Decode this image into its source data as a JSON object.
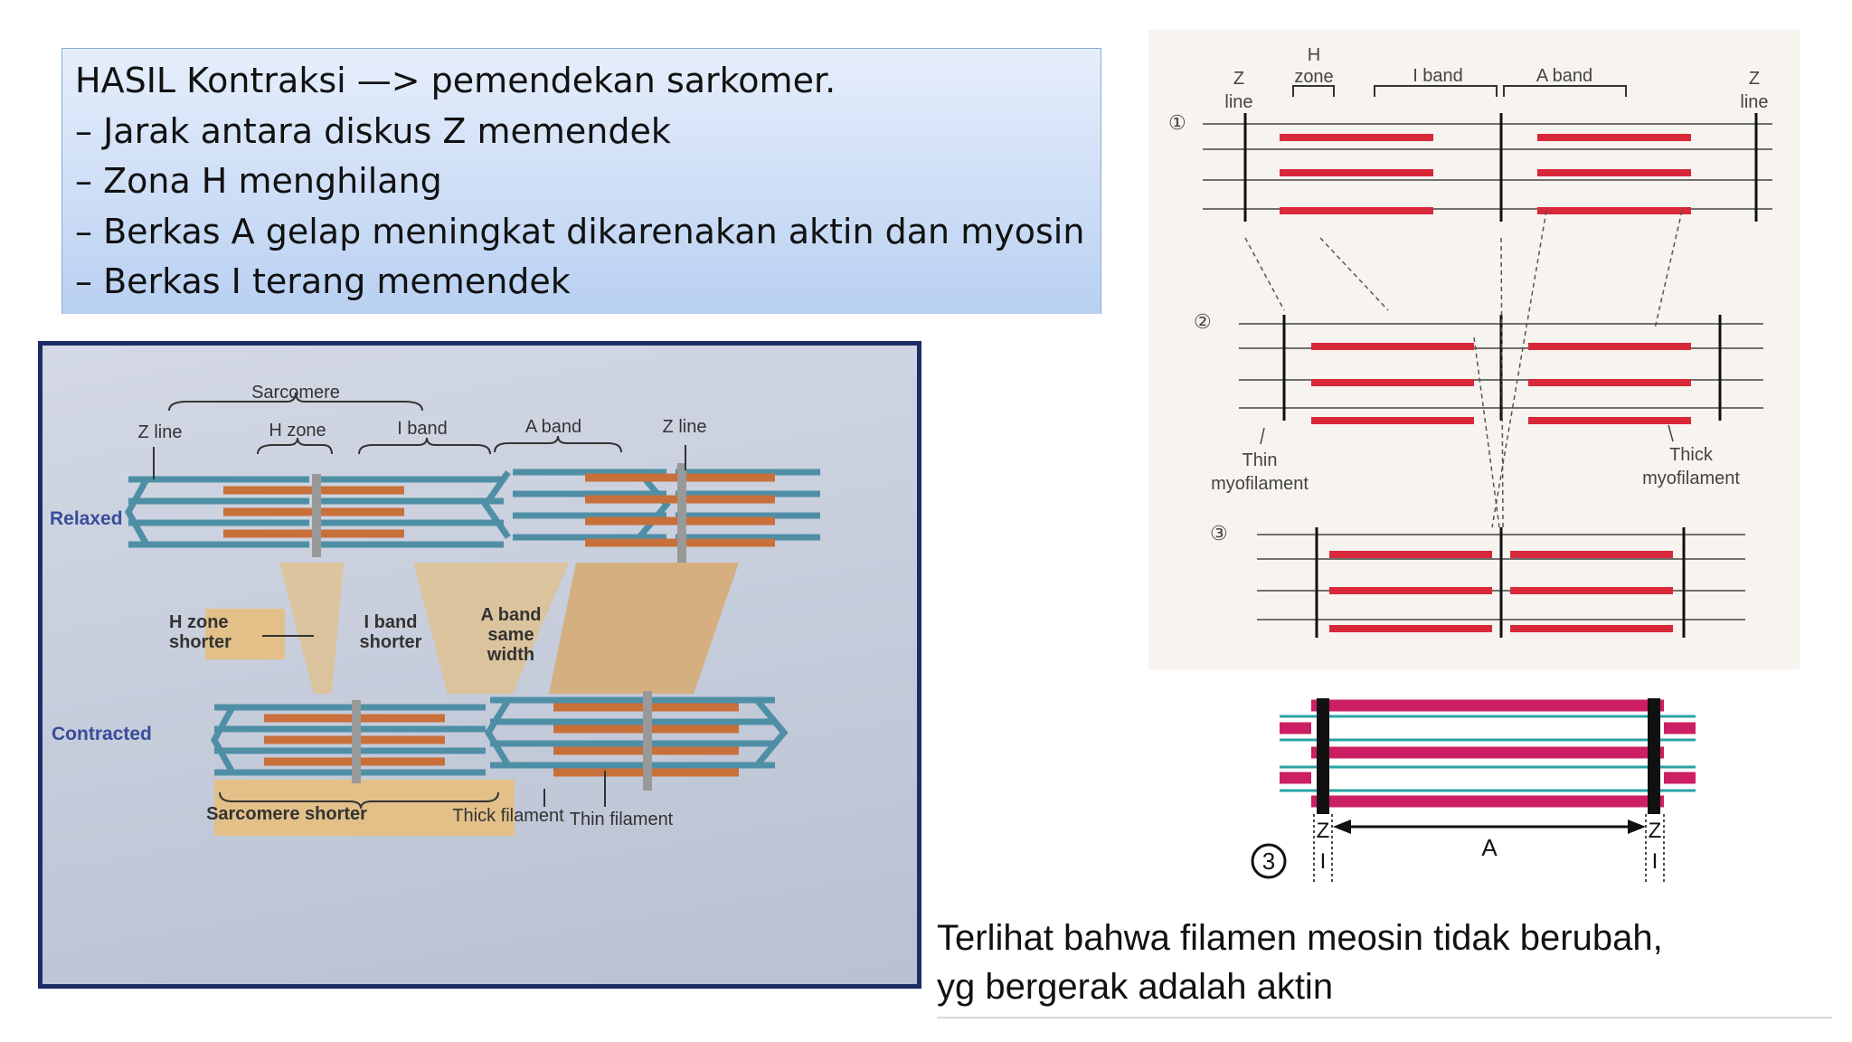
{
  "textbox": {
    "lines": [
      "HASIL Kontraksi —> pemendekan sarkomer.",
      "– Jarak antara diskus Z memendek",
      "– Zona H menghilang",
      "– Berkas A gelap meningkat dikarenakan aktin dan myosin",
      "– Berkas I terang memendek"
    ]
  },
  "photo": {
    "sarcomere": "Sarcomere",
    "z_line_left": "Z line",
    "h_zone": "H zone",
    "i_band": "I band",
    "a_band": "A band",
    "z_line_right": "Z line",
    "relaxed": "Relaxed",
    "contracted": "Contracted",
    "h_zone_shorter": [
      "H zone",
      "shorter"
    ],
    "i_band_shorter": [
      "I band",
      "shorter"
    ],
    "a_band_same": [
      "A band",
      "same",
      "width"
    ],
    "sarcomere_shorter": "Sarcomere shorter",
    "thick_filament": "Thick filament",
    "thin_filament": "Thin filament"
  },
  "right_diagram": {
    "z_line_left": [
      "Z",
      "line"
    ],
    "h_zone": [
      "H",
      "zone"
    ],
    "i_band": "I band",
    "a_band": "A band",
    "z_line_right": [
      "Z",
      "line"
    ],
    "stage1": "①",
    "stage2": "②",
    "stage3": "③",
    "thin": [
      "Thin",
      "myofilament"
    ],
    "thick": [
      "Thick",
      "myofilament"
    ]
  },
  "bottom_diagram": {
    "stage": "3",
    "z_left": "Z",
    "i_left": "I",
    "a_label": "A",
    "z_right": "Z",
    "i_right": "I"
  },
  "caption": {
    "lines": [
      "Terlihat bahwa filamen meosin tidak berubah,",
      "yg bergerak adalah aktin"
    ]
  },
  "colors": {
    "myosin_photo": "#c8703a",
    "actin_photo": "#4f8fa6",
    "myosin_red": "#d8283a",
    "myosin_pink": "#cc1f63",
    "actin_cyan": "#2aa3a3",
    "box_fill": "#e2c088",
    "photo_border": "#1c2e67"
  }
}
